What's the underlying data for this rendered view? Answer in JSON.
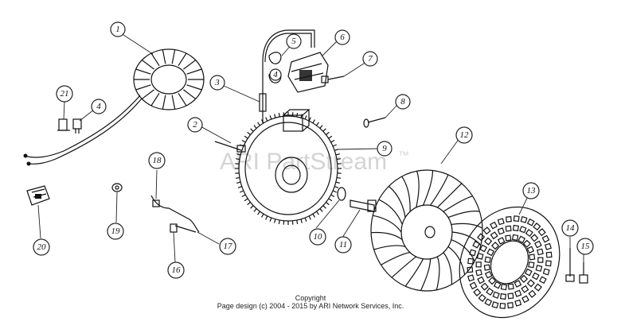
{
  "watermark": {
    "text": "ARI PartStream",
    "tm": "™"
  },
  "copyright": {
    "line1": "Copyright",
    "line2": "Page design (c) 2004 - 2015 by ARI Network Services, Inc."
  },
  "callouts": [
    {
      "id": "1",
      "label": "1"
    },
    {
      "id": "2",
      "label": "2"
    },
    {
      "id": "3",
      "label": "3"
    },
    {
      "id": "4a",
      "label": "4"
    },
    {
      "id": "4b",
      "label": "4"
    },
    {
      "id": "5",
      "label": "5"
    },
    {
      "id": "6",
      "label": "6"
    },
    {
      "id": "7",
      "label": "7"
    },
    {
      "id": "8",
      "label": "8"
    },
    {
      "id": "9",
      "label": "9"
    },
    {
      "id": "10",
      "label": "10"
    },
    {
      "id": "11",
      "label": "11"
    },
    {
      "id": "12",
      "label": "12"
    },
    {
      "id": "13",
      "label": "13"
    },
    {
      "id": "14",
      "label": "14"
    },
    {
      "id": "15",
      "label": "15"
    },
    {
      "id": "16",
      "label": "16"
    },
    {
      "id": "17",
      "label": "17"
    },
    {
      "id": "18",
      "label": "18"
    },
    {
      "id": "19",
      "label": "19"
    },
    {
      "id": "20",
      "label": "20"
    },
    {
      "id": "21",
      "label": "21"
    }
  ]
}
